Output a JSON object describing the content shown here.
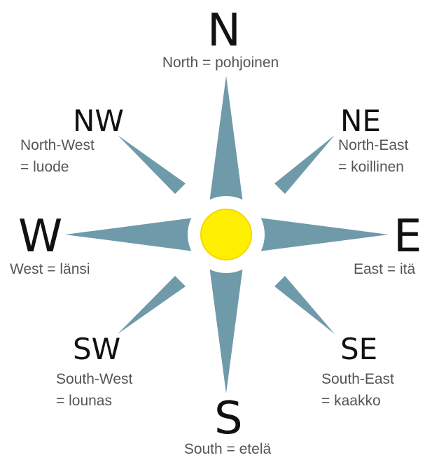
{
  "colors": {
    "star": "#6f9aaa",
    "sun": "#ffef00",
    "sun_stroke": "#f5d800",
    "halo": "#ffffff",
    "letters": "#111111",
    "descriptions": "#555555"
  },
  "directions": {
    "north": {
      "letter": "N",
      "description": "North = pohjoinen"
    },
    "northeast": {
      "letter": "NE",
      "description_line1": "North-East",
      "description_line2": "= koillinen"
    },
    "east": {
      "letter": "E",
      "description": "East = itä"
    },
    "southeast": {
      "letter": "SE",
      "description_line1": "South-East",
      "description_line2": "= kaakko"
    },
    "south": {
      "letter": "S",
      "description": "South = etelä"
    },
    "southwest": {
      "letter": "SW",
      "description_line1": "South-West",
      "description_line2": "= lounas"
    },
    "west": {
      "letter": "W",
      "description": "West = länsi"
    },
    "northwest": {
      "letter": "NW",
      "description_line1": "North-West",
      "description_line2": "= luode"
    }
  }
}
